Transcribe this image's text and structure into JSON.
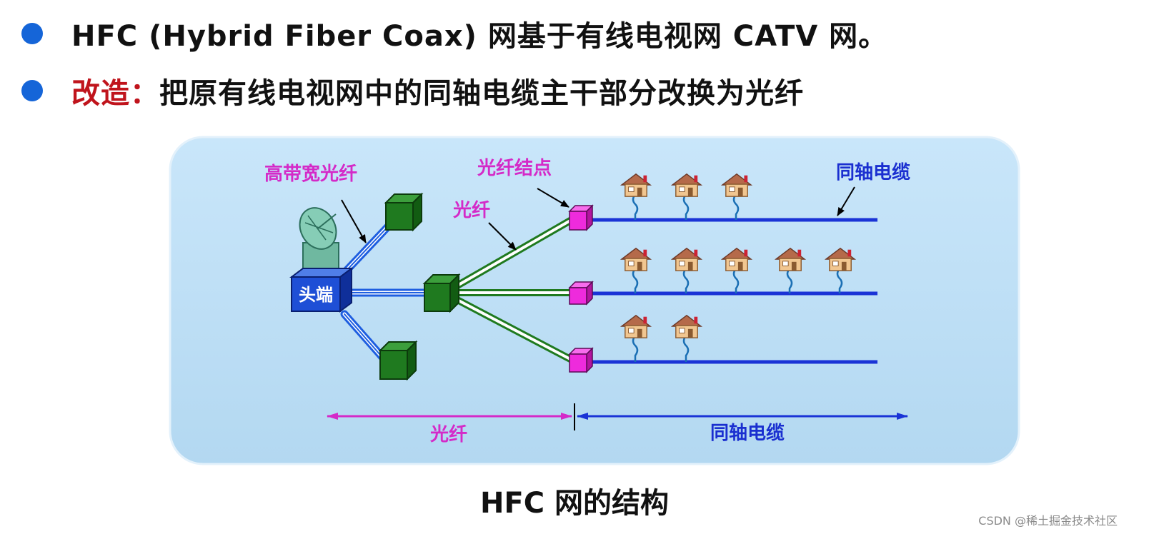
{
  "bullets": [
    {
      "text": "HFC (Hybrid Fiber Coax) 网基于有线电视网 CATV 网。"
    },
    {
      "prefix": "改造：",
      "text": "把原有线电视网中的同轴电缆主干部分改换为光纤"
    }
  ],
  "diagram": {
    "headend_label": "头端",
    "labels": {
      "high_bandwidth_fiber": "高带宽光纤",
      "fiber_node": "光纤结点",
      "fiber": "光纤",
      "coax_cable": "同轴电缆",
      "bottom_fiber": "光纤",
      "bottom_coax": "同轴电缆"
    },
    "houses_per_line": [
      3,
      5,
      2
    ],
    "colors": {
      "panel": "#bfe0f6",
      "headend_blue": "#1e4fd6",
      "fiber_green": "#1f7a1f",
      "fiber_node_pink": "#ee2bdc",
      "coax_blue": "#1a33d6",
      "label_magenta": "#d42ac8",
      "label_blue": "#1a2fd0"
    }
  },
  "caption": "HFC 网的结构",
  "watermark": "CSDN @稀土掘金技术社区"
}
